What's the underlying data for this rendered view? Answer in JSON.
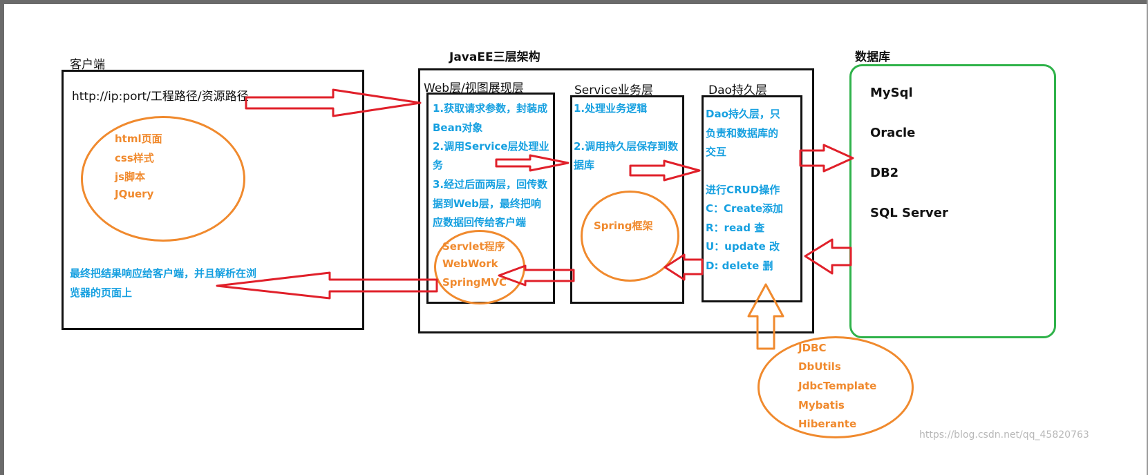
{
  "client": {
    "label": "客户端",
    "url": "http://ip:port/工程路径/资源路径",
    "frontend_items": [
      "html页面",
      "css样式",
      "js脚本",
      "JQuery"
    ],
    "response_text": [
      "最终把结果响应给客户端，并且解析在浏",
      "览器的页面上"
    ]
  },
  "javaee": {
    "title": "JavaEE三层架构",
    "web": {
      "label": "Web层/视图展现层",
      "steps": [
        "1.获取请求参数，封装成",
        "Bean对象",
        "2.调用Service层处理业",
        "务",
        "3.经过后面两层，回传数",
        "据到Web层，最终把响",
        "应数据回传给客户端"
      ],
      "frameworks": [
        "Servlet程序",
        "WebWork",
        "SpringMVC"
      ]
    },
    "service": {
      "label": "Service业务层",
      "steps": [
        "1.处理业务逻辑",
        "",
        "2.调用持久层保存到数",
        "据库"
      ],
      "framework": "Spring框架"
    },
    "dao": {
      "label": "Dao持久层",
      "desc": [
        "Dao持久层，只",
        "负责和数据库的",
        "交互"
      ],
      "crud": [
        "进行CRUD操作",
        "C：Create添加",
        "R：read 查",
        "U：update 改",
        "D: delete 删"
      ],
      "tech": [
        "JDBC",
        "DbUtils",
        "JdbcTemplate",
        "Mybatis",
        "Hiberante"
      ]
    }
  },
  "database": {
    "title": "数据库",
    "items": [
      "MySql",
      "Oracle",
      "DB2",
      "SQL Server"
    ]
  },
  "watermark": "https://blog.csdn.net/qq_45820763",
  "colors": {
    "arrow": "#e0202a",
    "ellipse": "#f08a2e",
    "text_blue": "#16a0e0",
    "db_border": "#2fb24a"
  }
}
